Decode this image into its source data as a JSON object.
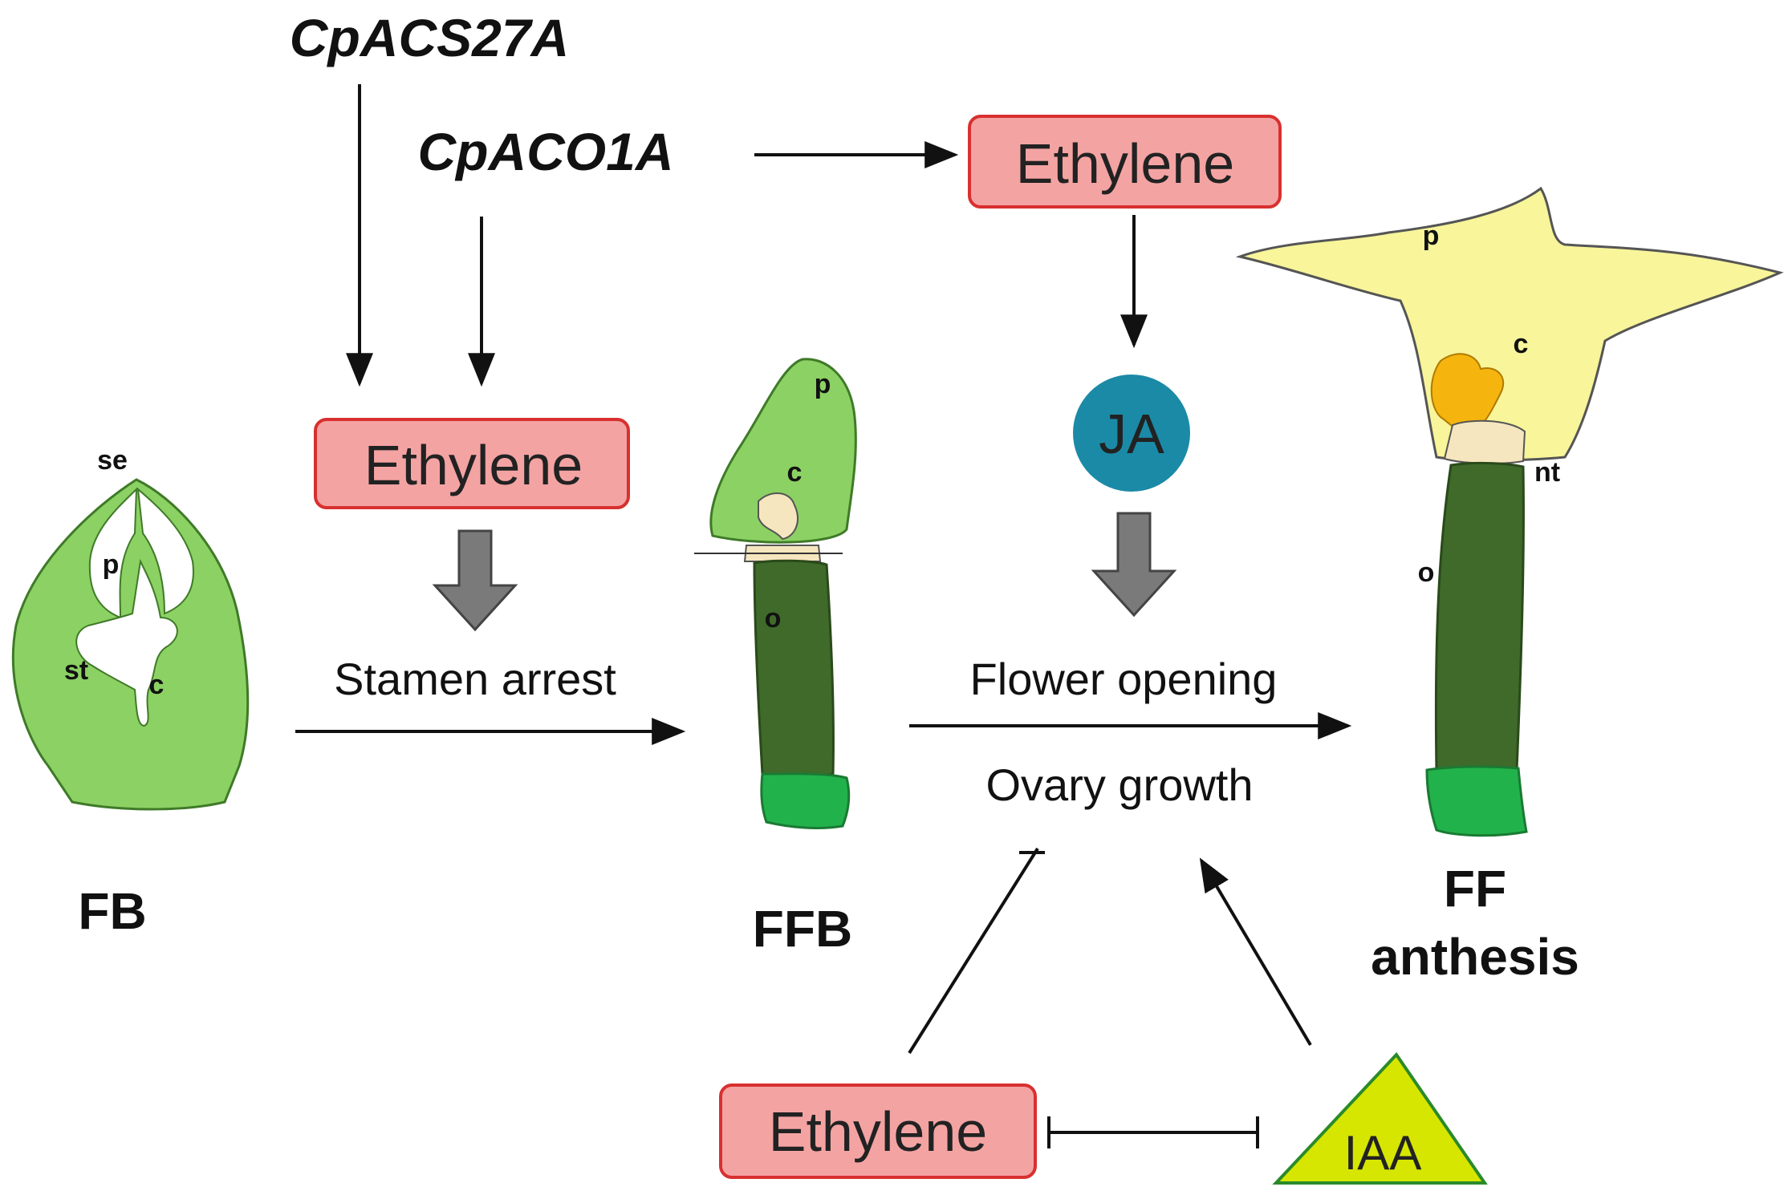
{
  "genes": {
    "acs": "CpACS27A",
    "aco": "CpACO1A"
  },
  "hormones": {
    "ethylene_top": "Ethylene",
    "ethylene_mid": "Ethylene",
    "ethylene_bottom": "Ethylene",
    "ja": "JA",
    "iaa": "IAA"
  },
  "processes": {
    "stamen_arrest": "Stamen arrest",
    "flower_opening": "Flower opening",
    "ovary_growth": "Ovary growth"
  },
  "stages": {
    "fb": "FB",
    "ffb": "FFB",
    "ff_line1": "FF",
    "ff_line2": "anthesis"
  },
  "parts": {
    "fb_se": "se",
    "fb_p": "p",
    "fb_st": "st",
    "fb_c": "c",
    "ffb_p": "p",
    "ffb_c": "c",
    "ffb_o": "o",
    "ff_p": "p",
    "ff_c": "c",
    "ff_nt": "nt",
    "ff_o": "o"
  },
  "colors": {
    "ethylene_fill": "#f4a3a3",
    "ethylene_border": "#d83030",
    "ja_fill": "#1b8aa6",
    "iaa_fill": "#d6e600",
    "light_green": "#8cd163",
    "dark_green": "#3f6a2a",
    "bright_green": "#22b24c",
    "petal_yellow": "#f8f59a",
    "carpel_orange": "#f5b50e",
    "nectary_beige": "#f6e6bf",
    "block_arrow_gray": "#7a7a7a"
  }
}
